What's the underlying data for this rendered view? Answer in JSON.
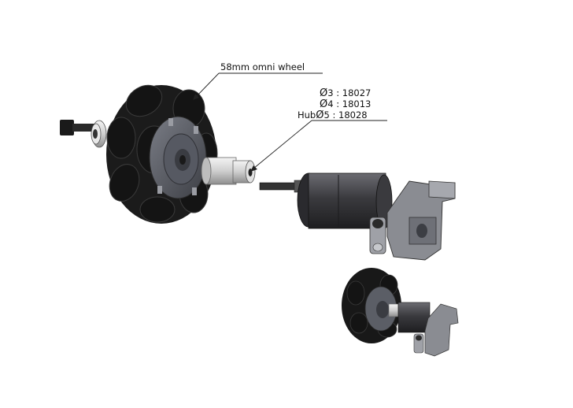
{
  "callouts": {
    "wheel_label": "58mm omni wheel",
    "hub_rows": [
      {
        "prefix": "",
        "symbol": "Ø",
        "size": "3",
        "part": "18027"
      },
      {
        "prefix": "",
        "symbol": "Ø",
        "size": "4",
        "part": "18013"
      },
      {
        "prefix": "Hub",
        "symbol": "Ø",
        "size": "5",
        "part": "18028"
      }
    ]
  },
  "colors": {
    "roller": "#141414",
    "hub": "#5b5e66",
    "metal": "#d8d8d8",
    "motor": "#4a4a4e",
    "bracket": "#8a8c92",
    "line": "#222222"
  }
}
